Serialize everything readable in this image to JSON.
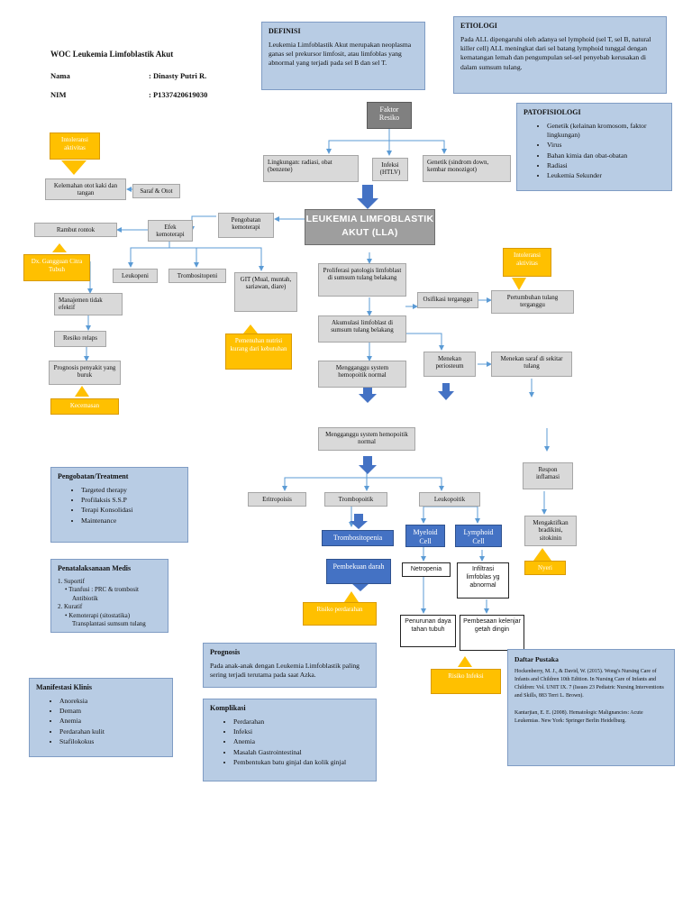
{
  "header": {
    "title": "WOC Leukemia Limfoblastik Akut",
    "nama_label": "Nama",
    "nama_value": ": Dinasty Putri R.",
    "nim_label": "NIM",
    "nim_value": ": P1337420619030"
  },
  "definisi": {
    "heading": "DEFINISI",
    "text": "Leukemia Limfoblastik Akut merupakan neoplasma ganas sel prekursor limfosit, atau limfoblas yang abnormal yang terjadi pada sel B dan sel T."
  },
  "etiologi": {
    "heading": "ETIOLOGI",
    "text": "Pada ALL dipengaruhi oleh adanya sel lymphoid (sel T, sel B, natural killer cell) ALL meningkat dari sel batang lymphoid tunggal dengan kematangan lemah dan pengumpulan sel-sel penyebab kerusakan di dalam sumsum tulang."
  },
  "patofisiologi": {
    "heading": "PATOFISIOLOGI",
    "items": [
      "Genetik (kelainan kromosom, faktor lingkungan)",
      "Virus",
      "Bahan kimia dan obat-obatan",
      "Radiasi",
      "Leukemia Sekunder"
    ]
  },
  "nodes": {
    "faktor": "Faktor Resiko",
    "lingkungan": "Lingkungan: radiasi, obat (benzene)",
    "infeksi": "Infeksi (HTLV)",
    "genetik": "Genetik (sindrom down, kembar monozigot)",
    "main": "LEUKEMIA LIMFOBLASTIK AKUT (LLA)",
    "pengobatan": "Pengobatan kemoterapi",
    "efek": "Efek kemoterapi",
    "saraf": "Saraf & Otot",
    "kelemahan": "Kelemahan otot kaki dan tangan",
    "rambut": "Rambut rontok",
    "leukopeni": "Leukopeni",
    "trombositopeni": "Trombositopeni",
    "git": "GIT (Mual, muntah, sariawan, diare)",
    "manajemen": "Manajemen tidak efektif",
    "resiko_relaps": "Resiko relaps",
    "prognosis_node": "Prognosis penyakit yang buruk",
    "proliferasi": "Proliferasi patologis limfoblast di sumsum tulang belakang",
    "akumulasi": "Akumulasi limfoblast di sumsum tulang belakang",
    "mengganggu1": "Mengganggu system hemopoitik normal",
    "osifikasi": "Osifikasi terganggu",
    "pertumbuhan": "Pertumbuhan tulang terganggu",
    "menekan_periosteum": "Menekan periosteum",
    "menekan_saraf": "Menekan saraf di sekitar tulang",
    "mengganggu2": "Mengganggu system hemopoitik normal",
    "respon": "Respon inflamasi",
    "mengaktifkan": "Mengaktifkan bradikini, sitokinin",
    "eritropoisis": "Eritropoisis",
    "trombopoitik": "Trombopoitik",
    "leukopoitik": "Leukopoitik",
    "trombositopenia": "Trombositopenia",
    "pembekuan": "Pembekuan darah",
    "myeloid": "Myeloid Cell",
    "lymphoid": "Lymphoid Cell",
    "netropenia": "Netropenia",
    "infiltrasi": "Infiltrasi limfoblas yg abnormal",
    "penurunan": "Penurunan daya tahan tubuh",
    "pembesaran": "Pembesaan kelenjar getah dingin"
  },
  "diagnoses": {
    "intoleransi1": "Intoleransi aktivitas",
    "gangguan_citra": "Dx. Gangguan Citra Tubuh",
    "pemenuhan": "Pemenuhan nutrisi kurang dari kebutuhan",
    "kecemasan": "Kecemasan",
    "intoleransi2": "Intoleransi aktivitas",
    "risiko_perdarahan": "Risiko perdarahan",
    "risiko_infeksi": "Risiko Infeksi",
    "nyeri": "Nyeri"
  },
  "pengobatan_box": {
    "heading": "Pengobatan/Treatment",
    "items": [
      "Targeted therapy",
      "Profilaksis S.S.P",
      "Terapi Konsolidasi",
      "Maintenance"
    ]
  },
  "penatalaksanaan": {
    "heading": "Penatalaksanaan Medis",
    "l1": "1.      Suportif",
    "l1a": "• Tranfusi : PRC & trombosit",
    "l1b": "Antibiotik",
    "l2": "2.      Kuratif",
    "l2a": "• Kemoterapi (sitostatika)",
    "l2b": "Transplantasi sumsum tulang"
  },
  "prognosis": {
    "heading": "Prognosis",
    "text": "Pada anak-anak dengan Leukemia Limfoblastik paling sering terjadi terutama pada saat Azka."
  },
  "manifestasi": {
    "heading": "Manifestasi Klinis",
    "items": [
      "Anoreksia",
      "Demam",
      "Anemia",
      "Perdarahan kulit",
      "Stafilokokus"
    ]
  },
  "komplikasi": {
    "heading": "Komplikasi",
    "items": [
      "Perdarahan",
      "Infeksi",
      "Anemia",
      "Masalah Gastrointestinal",
      "Pembentukan batu ginjal dan kolik ginjal"
    ]
  },
  "pustaka": {
    "heading": "Daftar Pustaka",
    "ref1": "Hockenberry, M. J., & David, W. (2015). Wong's Nursing Care of Infants and Children 10th Edition. In Nursing Care of Infants and Children: Vol. UNIT IX. 7 (Issues 23 Pediatric Nursing Interventions and Skills, 883 Terri L. Brown).",
    "ref2": "Kantarjian, E. E. (2008). Hematologic Malignancies: Acute Leukemias. New York: Springer Berlin Heidelburg."
  },
  "colors": {
    "info_bg": "#b8cce4",
    "gray": "#d9d9d9",
    "dark_gray": "#808080",
    "blue": "#4472c4",
    "yellow": "#ffc000"
  }
}
